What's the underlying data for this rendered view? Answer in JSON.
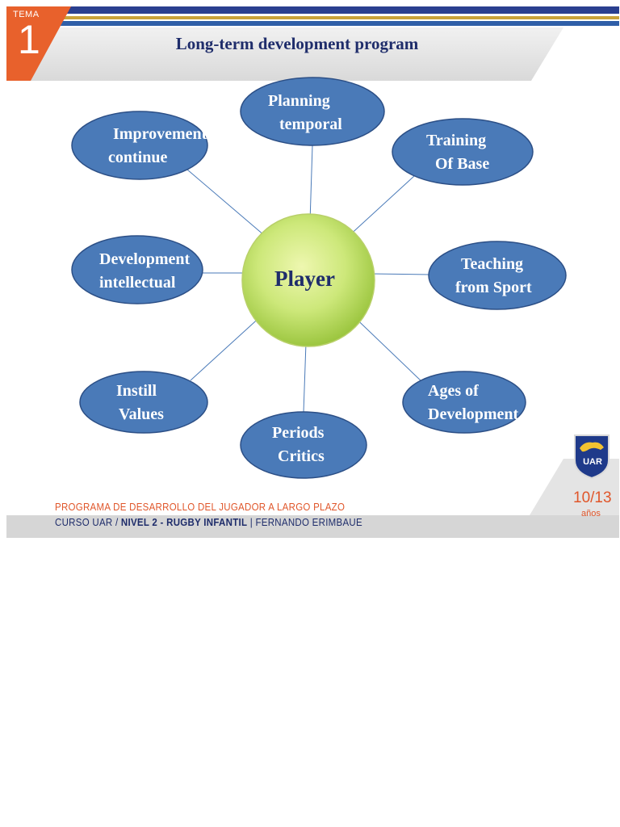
{
  "header": {
    "tema_word": "TEMA",
    "tema_number": "1",
    "title": "Long-term development program"
  },
  "diagram": {
    "center": {
      "label": "Player"
    },
    "nodes": [
      {
        "id": "planning",
        "line1": "Planning",
        "line2": "temporal"
      },
      {
        "id": "training",
        "line1": "Training",
        "line2": "Of Base"
      },
      {
        "id": "teaching",
        "line1": "Teaching",
        "line2": "from Sport"
      },
      {
        "id": "ages",
        "line1": "Ages of",
        "line2": "Development"
      },
      {
        "id": "periods",
        "line1": "Periods",
        "line2": "Critics"
      },
      {
        "id": "instill",
        "line1": "Instill",
        "line2": "Values"
      },
      {
        "id": "development",
        "line1": "Development",
        "line2": "intellectual"
      },
      {
        "id": "improvement",
        "line1": "Improvement",
        "line2": "continue"
      }
    ]
  },
  "footer": {
    "line1": "PROGRAMA DE DESARROLLO DEL JUGADOR A LARGO PLAZO",
    "line2_a": "CURSO UAR / ",
    "line2_b": "NIVEL 2 - RUGBY INFANTIL",
    "line2_c": " | FERNANDO ERIMBAUE",
    "age_range": "10/13",
    "age_unit": "años",
    "logo_text": "UAR"
  },
  "colors": {
    "navy": "#1f2d6b",
    "orange": "#e8612c",
    "gold": "#c9a23a",
    "node_fill": "#4a7ab8",
    "center_fill": "#cde87a"
  }
}
